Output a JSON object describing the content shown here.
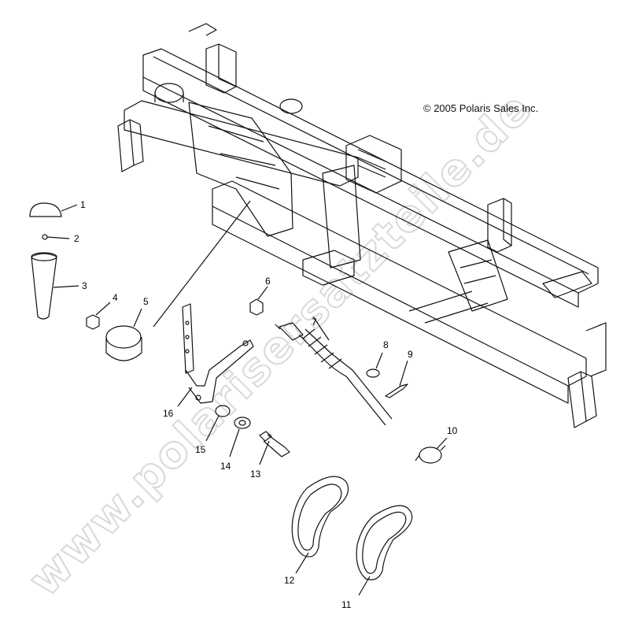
{
  "copyright": "© 2005 Polaris Sales Inc.",
  "watermark": "www.polarisersatzteile.de",
  "callouts": [
    "1",
    "2",
    "3",
    "4",
    "5",
    "6",
    "7",
    "8",
    "9",
    "10",
    "11",
    "12",
    "13",
    "14",
    "15",
    "16"
  ],
  "colors": {
    "line": "#111111",
    "watermark": "#d9d9d9"
  }
}
